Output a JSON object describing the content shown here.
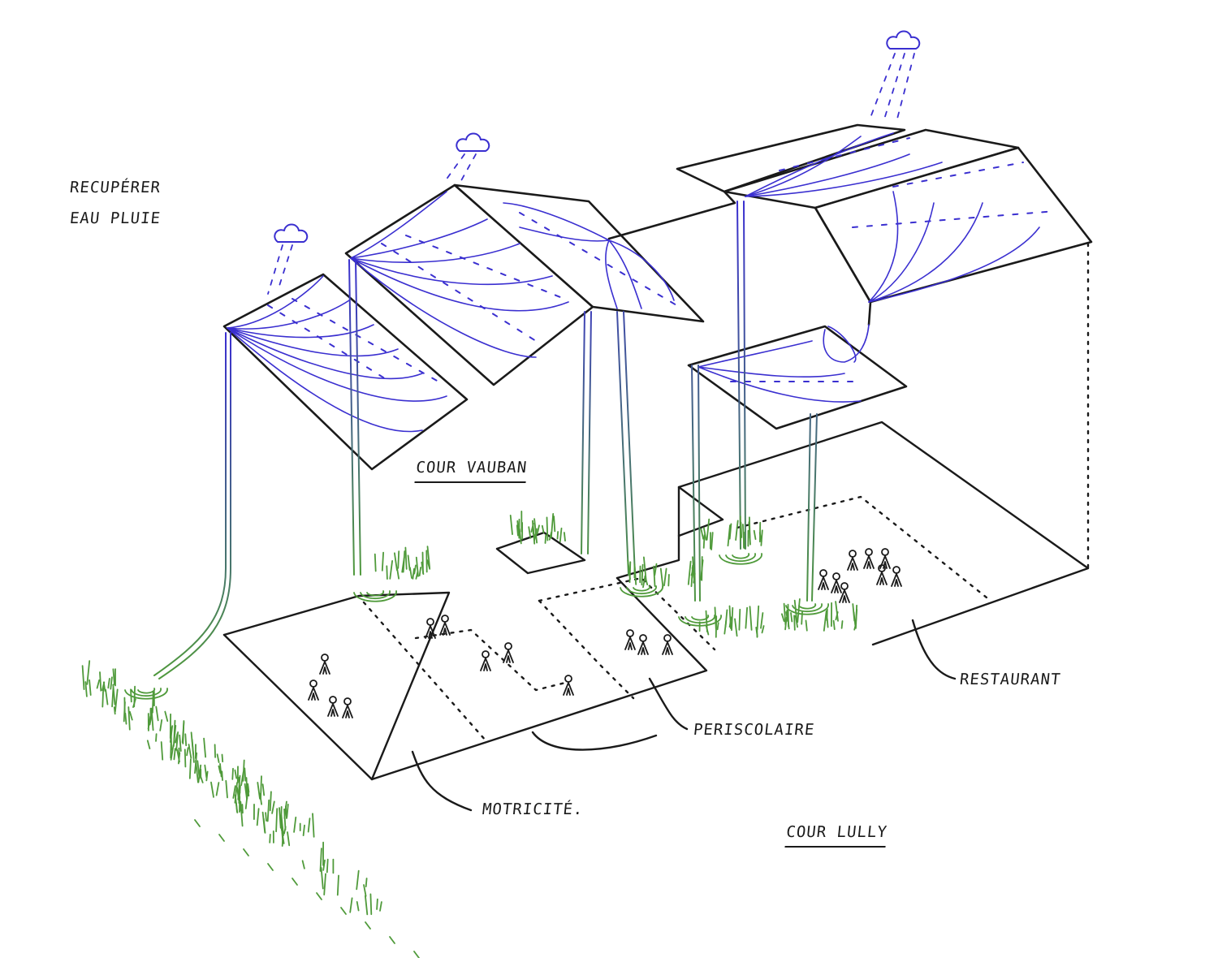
{
  "title": [
    "RECUPÉRER",
    "EAU PLUIE"
  ],
  "labels": {
    "cour_vauban": "COUR VAUBAN",
    "cour_lully": "COUR LULLY",
    "restaurant": "RESTAURANT",
    "periscolaire": "PERISCOLAIRE",
    "motricite": "MOTRICITÉ."
  },
  "colors": {
    "ink": "#1a1a1a",
    "rain": "#3a2fd0",
    "vegetation": "#4f9a3a"
  },
  "icons": [
    "cloud-icon",
    "child-figure-icon",
    "vegetation-icon",
    "downspout-icon"
  ]
}
